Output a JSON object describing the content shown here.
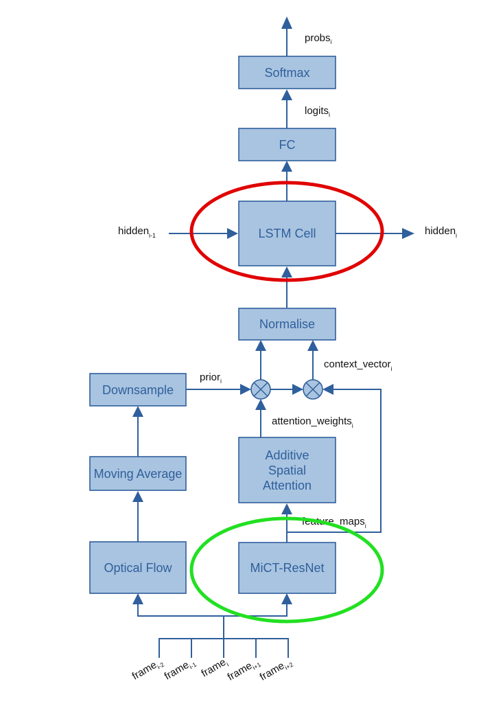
{
  "boxes": {
    "softmax": "Softmax",
    "fc": "FC",
    "lstm": "LSTM Cell",
    "normalise": "Normalise",
    "downsample": "Downsample",
    "moving_average": "Moving Average",
    "attention": [
      "Additive",
      "Spatial",
      "Attention"
    ],
    "optical_flow": "Optical Flow",
    "mict": "MiCT-ResNet"
  },
  "edges": {
    "probs": {
      "base": "probs",
      "sub": "i"
    },
    "logits": {
      "base": "logits",
      "sub": "i"
    },
    "hidden_in": {
      "base": "hidden",
      "sub": "i-1"
    },
    "hidden_out": {
      "base": "hidden",
      "sub": "i"
    },
    "context_vector": {
      "base": "context_vector",
      "sub": "i"
    },
    "prior": {
      "base": "prior",
      "sub": "i"
    },
    "attention_weights": {
      "base": "attention_weights",
      "sub": "i"
    },
    "feature_maps": {
      "base": "feature_maps",
      "sub": "i"
    }
  },
  "frames": [
    {
      "base": "frame",
      "sub": "i-2"
    },
    {
      "base": "frame",
      "sub": "i-1"
    },
    {
      "base": "frame",
      "sub": "i"
    },
    {
      "base": "frame",
      "sub": "i+1"
    },
    {
      "base": "frame",
      "sub": "i+2"
    }
  ],
  "highlights": {
    "lstm_ring_color": "#e00000",
    "mict_ring_color": "#22e022"
  },
  "colors": {
    "box_fill": "#a9c4e0",
    "box_stroke": "#2f5f9c",
    "box_text": "#2f5f9c"
  }
}
